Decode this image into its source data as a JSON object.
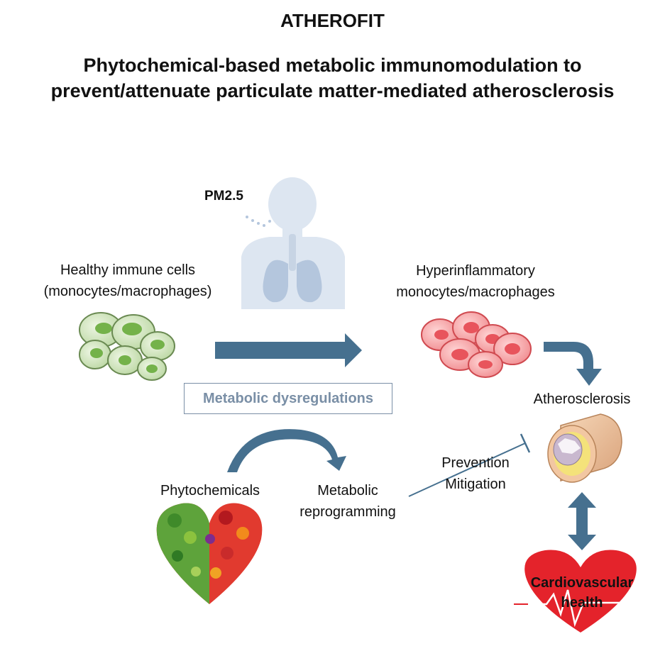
{
  "title": "ATHEROFIT",
  "subtitle": {
    "line1": "Phytochemical-based metabolic immunomodulation to",
    "line2": "prevent/attenuate particulate matter-mediated atherosclerosis"
  },
  "labels": {
    "pm": "PM2.5",
    "healthy_line1": "Healthy immune cells",
    "healthy_line2": "(monocytes/macrophages)",
    "hyper_line1": "Hyperinflammatory",
    "hyper_line2": "monocytes/macrophages",
    "dysregulations": "Metabolic dysregulations",
    "atherosclerosis": "Atherosclerosis",
    "prevention_line1": "Prevention",
    "prevention_line2": "Mitigation",
    "phytochemicals": "Phytochemicals",
    "reprogramming_line1": "Metabolic",
    "reprogramming_line2": "reprogramming",
    "cardio_line1": "Cardiovascular",
    "cardio_line2": "health"
  },
  "colors": {
    "arrow": "#46708f",
    "box_border": "#7a8fa6",
    "healthy_cell": "#74b24a",
    "inflamed_cell": "#e8545c",
    "heart": "#e4232b",
    "lungs": "#c9d6e6"
  },
  "icons": [
    "lungs-silhouette-icon",
    "healthy-cells-icon",
    "inflamed-cells-icon",
    "artery-plaque-icon",
    "vegetable-heart-icon",
    "red-heart-icon"
  ]
}
